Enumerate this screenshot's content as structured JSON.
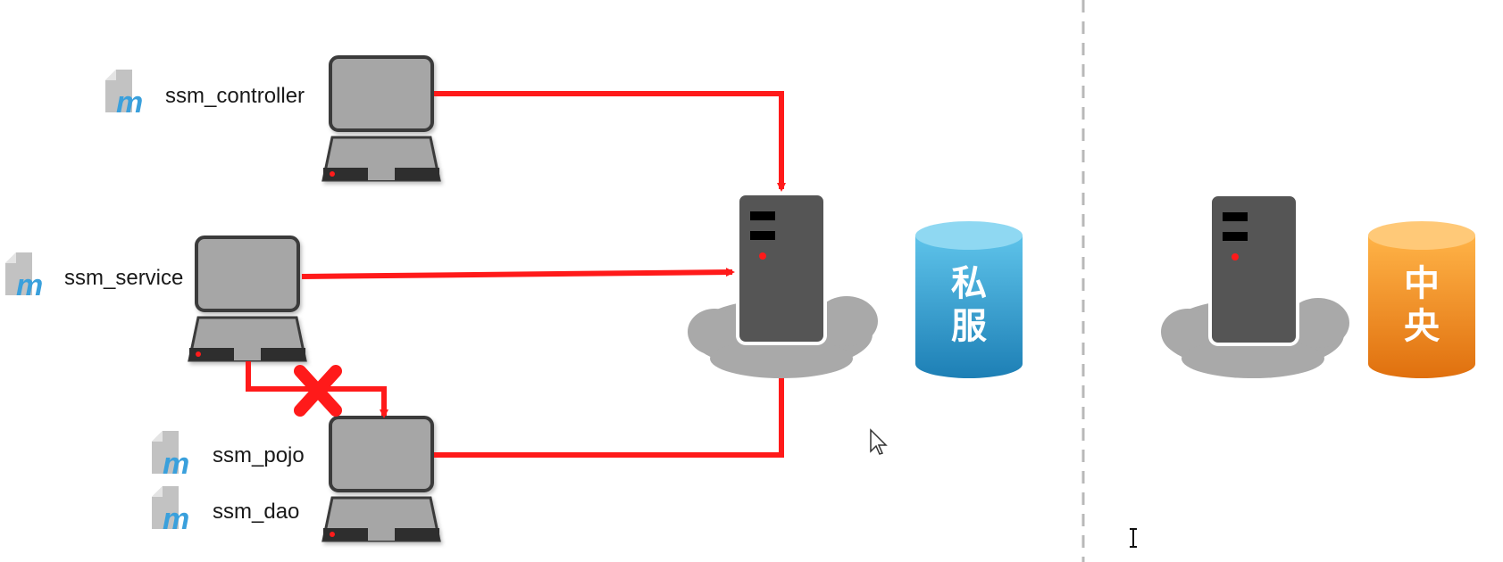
{
  "modules": [
    {
      "id": "controller",
      "label": "ssm_controller"
    },
    {
      "id": "service",
      "label": "ssm_service"
    },
    {
      "id": "pojo",
      "label": "ssm_pojo"
    },
    {
      "id": "dao",
      "label": "ssm_dao"
    }
  ],
  "repositories": {
    "private": {
      "chars": [
        "私",
        "服"
      ],
      "color": "#2a9fd0"
    },
    "central": {
      "chars": [
        "中",
        "央"
      ],
      "color": "#f08a1c"
    }
  },
  "colors": {
    "arrow": "#ff1a1a",
    "laptop_body": "#a6a6a6",
    "laptop_outline": "#3a3a3a",
    "server": "#555555",
    "cloud": "#a9a9a9",
    "module_icon": "#3aa0dc"
  },
  "icons": [
    "module-file-icon",
    "laptop-icon",
    "server-icon",
    "cloud-icon",
    "database-icon",
    "blocked-x-icon",
    "mouse-pointer-icon",
    "text-cursor-icon"
  ]
}
